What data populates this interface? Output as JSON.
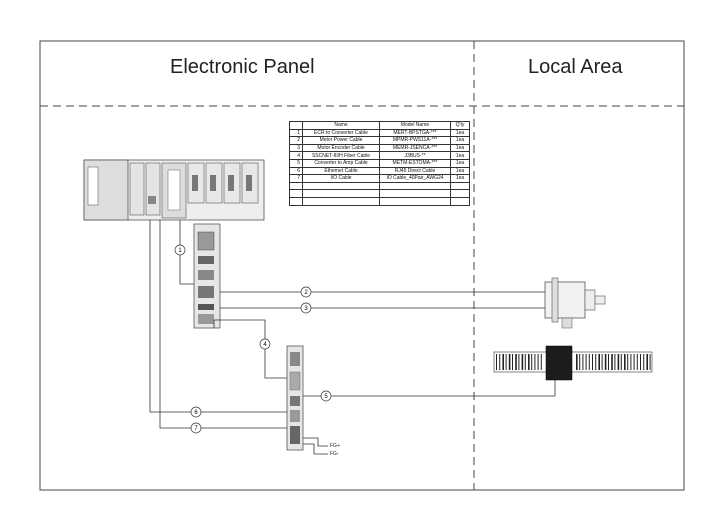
{
  "header": {
    "left_title": "Electronic Panel",
    "right_title": "Local Area"
  },
  "parts_table": {
    "columns": [
      "",
      "Name",
      "Model Name",
      "Q'ty"
    ],
    "rows": [
      [
        "1",
        "ECR to Converter Cable",
        "MERT-BPSTGA-***",
        "1ea"
      ],
      [
        "2",
        "Motor Power Cable",
        "MPMR-PWS11A-***",
        "1ea"
      ],
      [
        "3",
        "Motor Encoder Cable",
        "MEMR-JSENCA-***",
        "1ea"
      ],
      [
        "4",
        "SSCNET-III/H Fiber Cable",
        "J3BUS-**",
        "1ea"
      ],
      [
        "5",
        "Converter to Amp Cable",
        "METM-ESTOMA-***",
        "1ea"
      ],
      [
        "6",
        "Ethernet Cable",
        "RJ45 Direct Cable",
        "1ea"
      ],
      [
        "7",
        "I/O Cable",
        "IO Cable_40Pair_AWG24",
        "1ea"
      ]
    ]
  },
  "callouts": [
    "1",
    "2",
    "3",
    "4",
    "5",
    "6",
    "7"
  ],
  "terminal_labels": [
    "FG+",
    "FG-"
  ],
  "colors": {
    "line": "#333333",
    "border": "#444444",
    "device_fill": "#e6e6e6",
    "device_dark": "#555555",
    "scale_dark": "#222222"
  }
}
